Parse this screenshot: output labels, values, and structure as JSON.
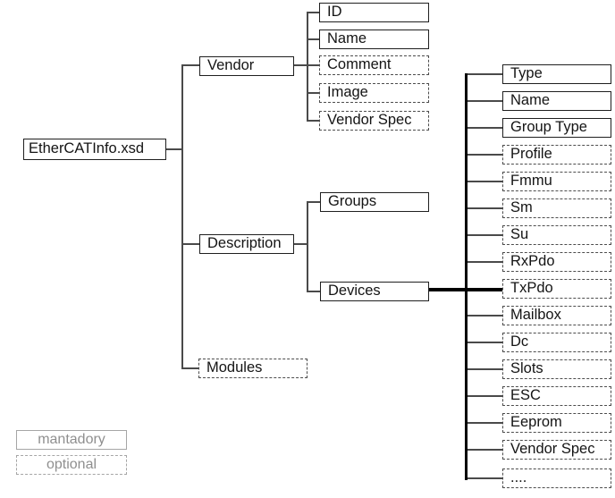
{
  "colors": {
    "background": "#ffffff",
    "solid_border": "#1f1f1f",
    "dashed_border": "#4d4d4d",
    "connector": "#4a4a4a",
    "devices_trunk": "#000000",
    "legend_border": "#a6a6a6",
    "legend_text": "#8f8f8f",
    "node_text": "#141414"
  },
  "diagram": {
    "root": {
      "label": "EtherCATInfo.xsd",
      "style": "mandatory"
    },
    "level1": [
      {
        "label": "Vendor",
        "style": "mandatory"
      },
      {
        "label": "Description",
        "style": "mandatory"
      },
      {
        "label": "Modules",
        "style": "optional"
      }
    ],
    "vendor_children": [
      {
        "label": "ID",
        "style": "mandatory"
      },
      {
        "label": "Name",
        "style": "mandatory"
      },
      {
        "label": "Comment",
        "style": "optional"
      },
      {
        "label": "Image",
        "style": "optional"
      },
      {
        "label": "Vendor Spec",
        "style": "optional"
      }
    ],
    "description_children": [
      {
        "label": "Groups",
        "style": "mandatory"
      },
      {
        "label": "Devices",
        "style": "mandatory"
      }
    ],
    "devices_children": [
      {
        "label": "Type",
        "style": "mandatory"
      },
      {
        "label": "Name",
        "style": "mandatory"
      },
      {
        "label": "Group Type",
        "style": "mandatory"
      },
      {
        "label": "Profile",
        "style": "optional"
      },
      {
        "label": "Fmmu",
        "style": "optional"
      },
      {
        "label": "Sm",
        "style": "optional"
      },
      {
        "label": "Su",
        "style": "optional"
      },
      {
        "label": "RxPdo",
        "style": "optional"
      },
      {
        "label": "TxPdo",
        "style": "optional"
      },
      {
        "label": "Mailbox",
        "style": "optional"
      },
      {
        "label": "Dc",
        "style": "optional"
      },
      {
        "label": "Slots",
        "style": "optional"
      },
      {
        "label": "ESC",
        "style": "optional"
      },
      {
        "label": "Eeprom",
        "style": "optional"
      },
      {
        "label": "Vendor Spec",
        "style": "optional"
      },
      {
        "label": "....",
        "style": "optional"
      }
    ],
    "legend": [
      {
        "label": "mantadory",
        "style": "mandatory"
      },
      {
        "label": "optional",
        "style": "optional"
      }
    ]
  }
}
